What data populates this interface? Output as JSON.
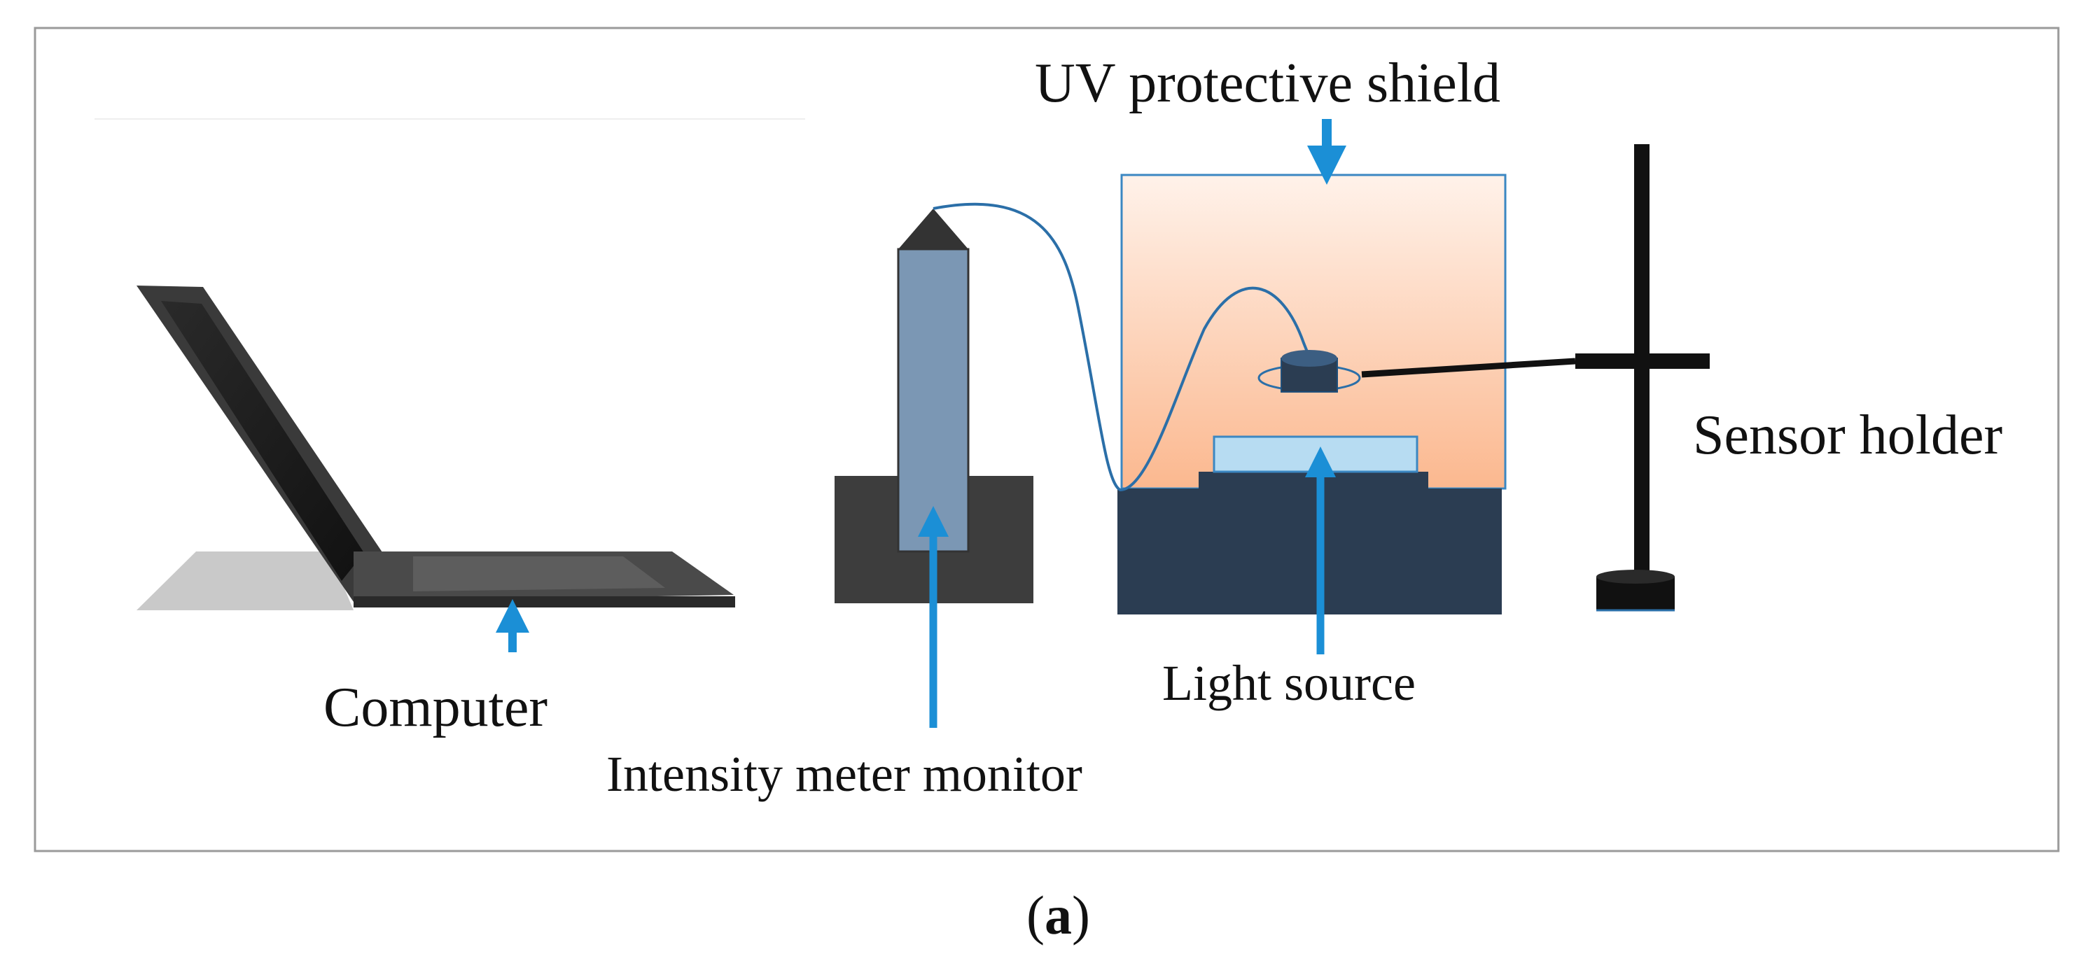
{
  "labels": {
    "uv_shield": "UV protective shield",
    "sensor_holder": "Sensor holder",
    "computer": "Computer",
    "light_source": "Light source",
    "intensity_meter": "Intensity meter monitor",
    "panel_paren_open": "(",
    "panel_letter": "a",
    "panel_paren_close": ")"
  },
  "colors": {
    "frame": "#9a9a9a",
    "arrow": "#1b8fd6",
    "cable": "#2b6fa8",
    "shield_border": "#3b87c2",
    "shield_top": "#fff2ea",
    "shield_bottom": "#fbb88f",
    "base": "#2b3d52",
    "meter_body": "#7b97b4",
    "meter_base": "#3d3d3d",
    "lamp": "#b7dcf2",
    "stand": "#111111",
    "laptop": "#2f2f2f"
  }
}
